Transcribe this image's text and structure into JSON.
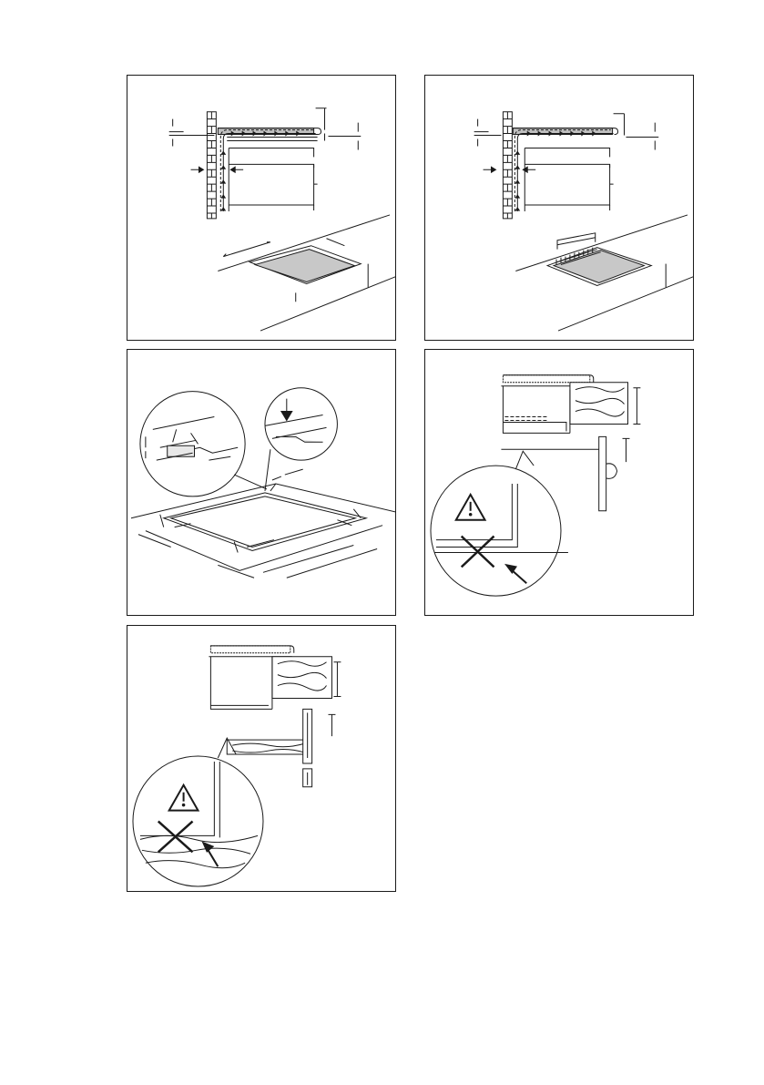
{
  "page": {
    "background": "#ffffff"
  },
  "colors": {
    "line": "#1a1a1a",
    "trim": "#b8b8b8",
    "surface": "#c8c8c8"
  },
  "panels": [
    {
      "id": "ventilation-rear-gap",
      "icons": [
        "brick-wall-icon",
        "airflow-arrow-icon",
        "dimension-arrow-icon",
        "cutout-icon"
      ]
    },
    {
      "id": "ventilation-rear-vent",
      "icons": [
        "brick-wall-icon",
        "airflow-arrow-icon",
        "dimension-arrow-icon",
        "vent-grille-icon"
      ]
    },
    {
      "id": "seal-installation",
      "icons": [
        "magnifier-icon",
        "seal-strip-icon",
        "press-arrow-icon"
      ]
    },
    {
      "id": "drawer-clearance-warning",
      "icons": [
        "warning-icon",
        "forbidden-cross-icon",
        "arrow-icon"
      ]
    },
    {
      "id": "shelf-clearance-warning",
      "icons": [
        "warning-icon",
        "forbidden-cross-icon",
        "arrow-icon"
      ]
    }
  ]
}
